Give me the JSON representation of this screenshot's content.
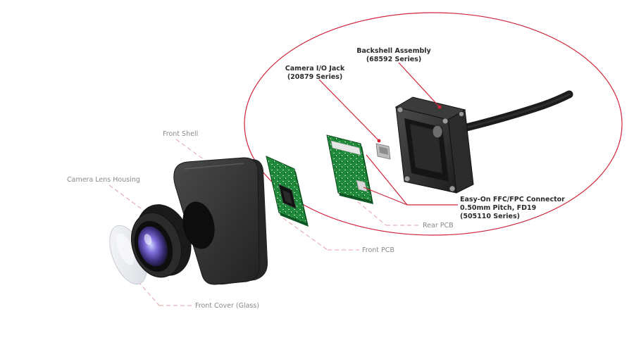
{
  "labels": {
    "camera_lens_housing": "Camera Lens Housing",
    "front_shell": "Front Shell",
    "front_cover": "Front Cover (Glass)",
    "front_pcb": "Front PCB",
    "rear_pcb": "Rear PCB",
    "camera_io_jack": {
      "line1": "Camera I/O Jack",
      "line2": "(20879 Series)"
    },
    "backshell_assembly": {
      "line1": "Backshell Assembly",
      "line2": "(68592 Series)"
    },
    "ffc_connector": {
      "line1": "Easy-On FFC/FPC Connector",
      "line2": "0.50mm Pitch, FD19",
      "line3": "(505110 Series)"
    }
  },
  "colors": {
    "highlight_red": "#d0243a",
    "leader_light": "#e2a0a6",
    "label_grey": "#8a8a8a",
    "label_dark": "#2a2a2a",
    "pcb_green": "#1f8a3a",
    "housing_dark": "#2c2c2c"
  }
}
